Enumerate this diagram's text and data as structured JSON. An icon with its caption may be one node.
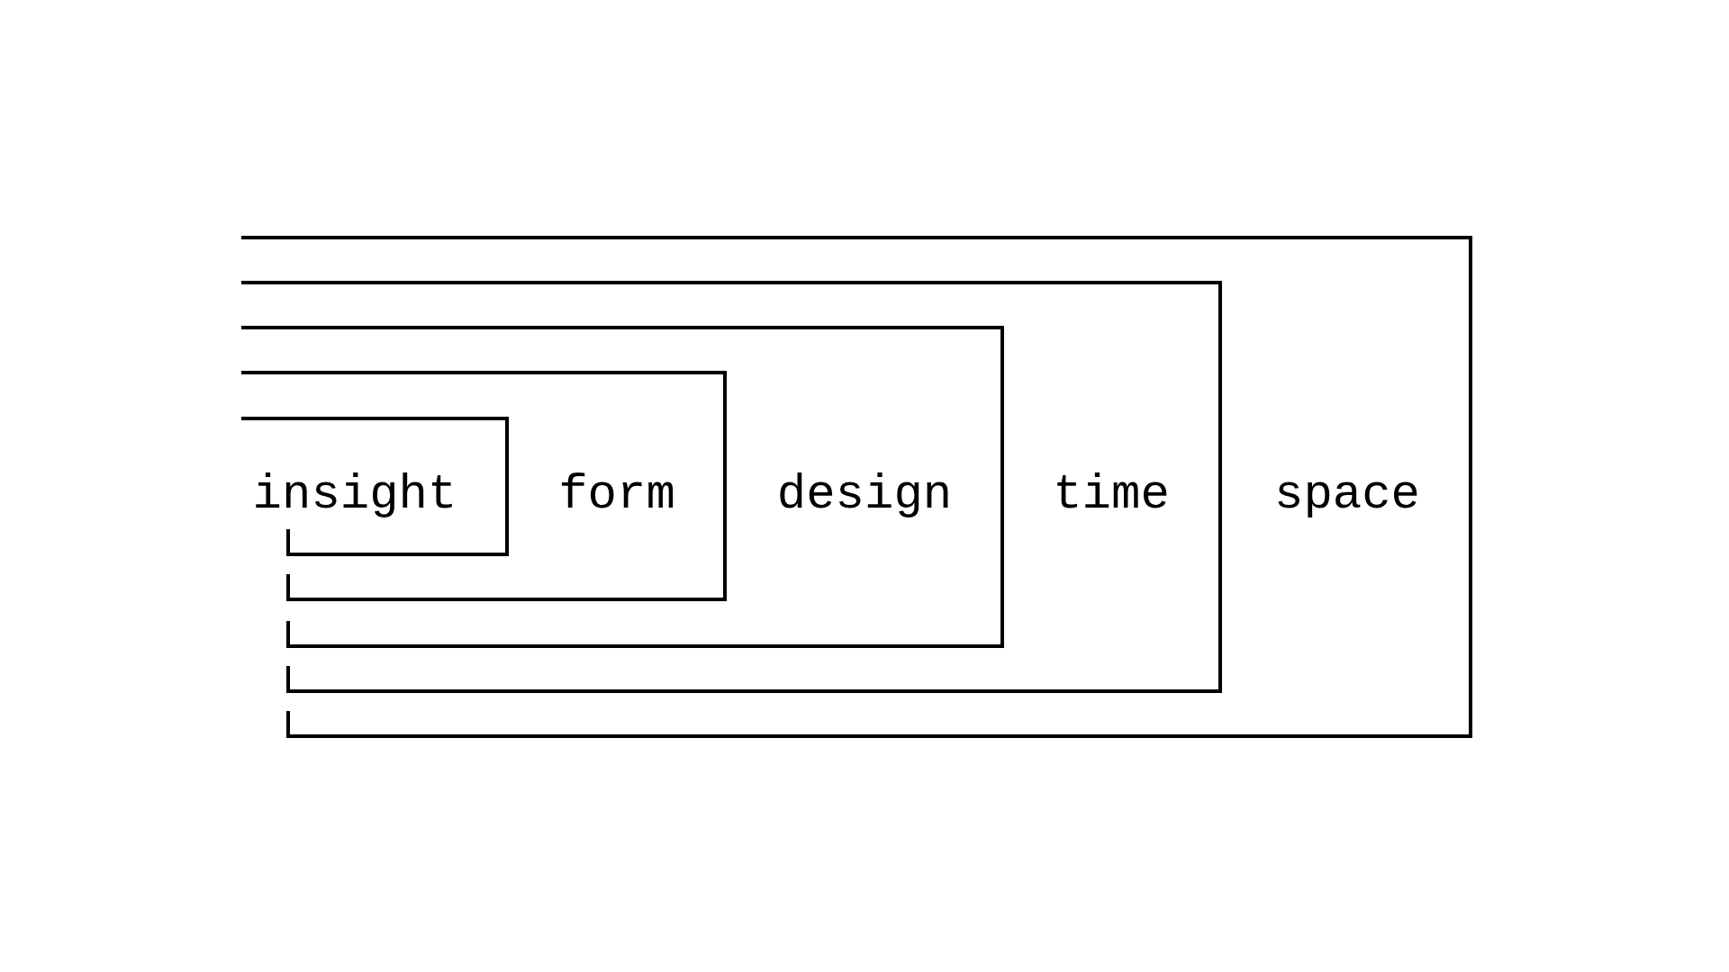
{
  "diagram": {
    "nodes": [
      {
        "text": [
          "space"
        ]
      },
      {
        "text": [
          "time"
        ],
        "in": 0
      },
      {
        "text": [
          "design"
        ],
        "in": 1
      },
      {
        "text": [
          "form"
        ],
        "in": 2
      },
      {
        "text": [
          "insight"
        ],
        "in": 3
      }
    ]
  }
}
